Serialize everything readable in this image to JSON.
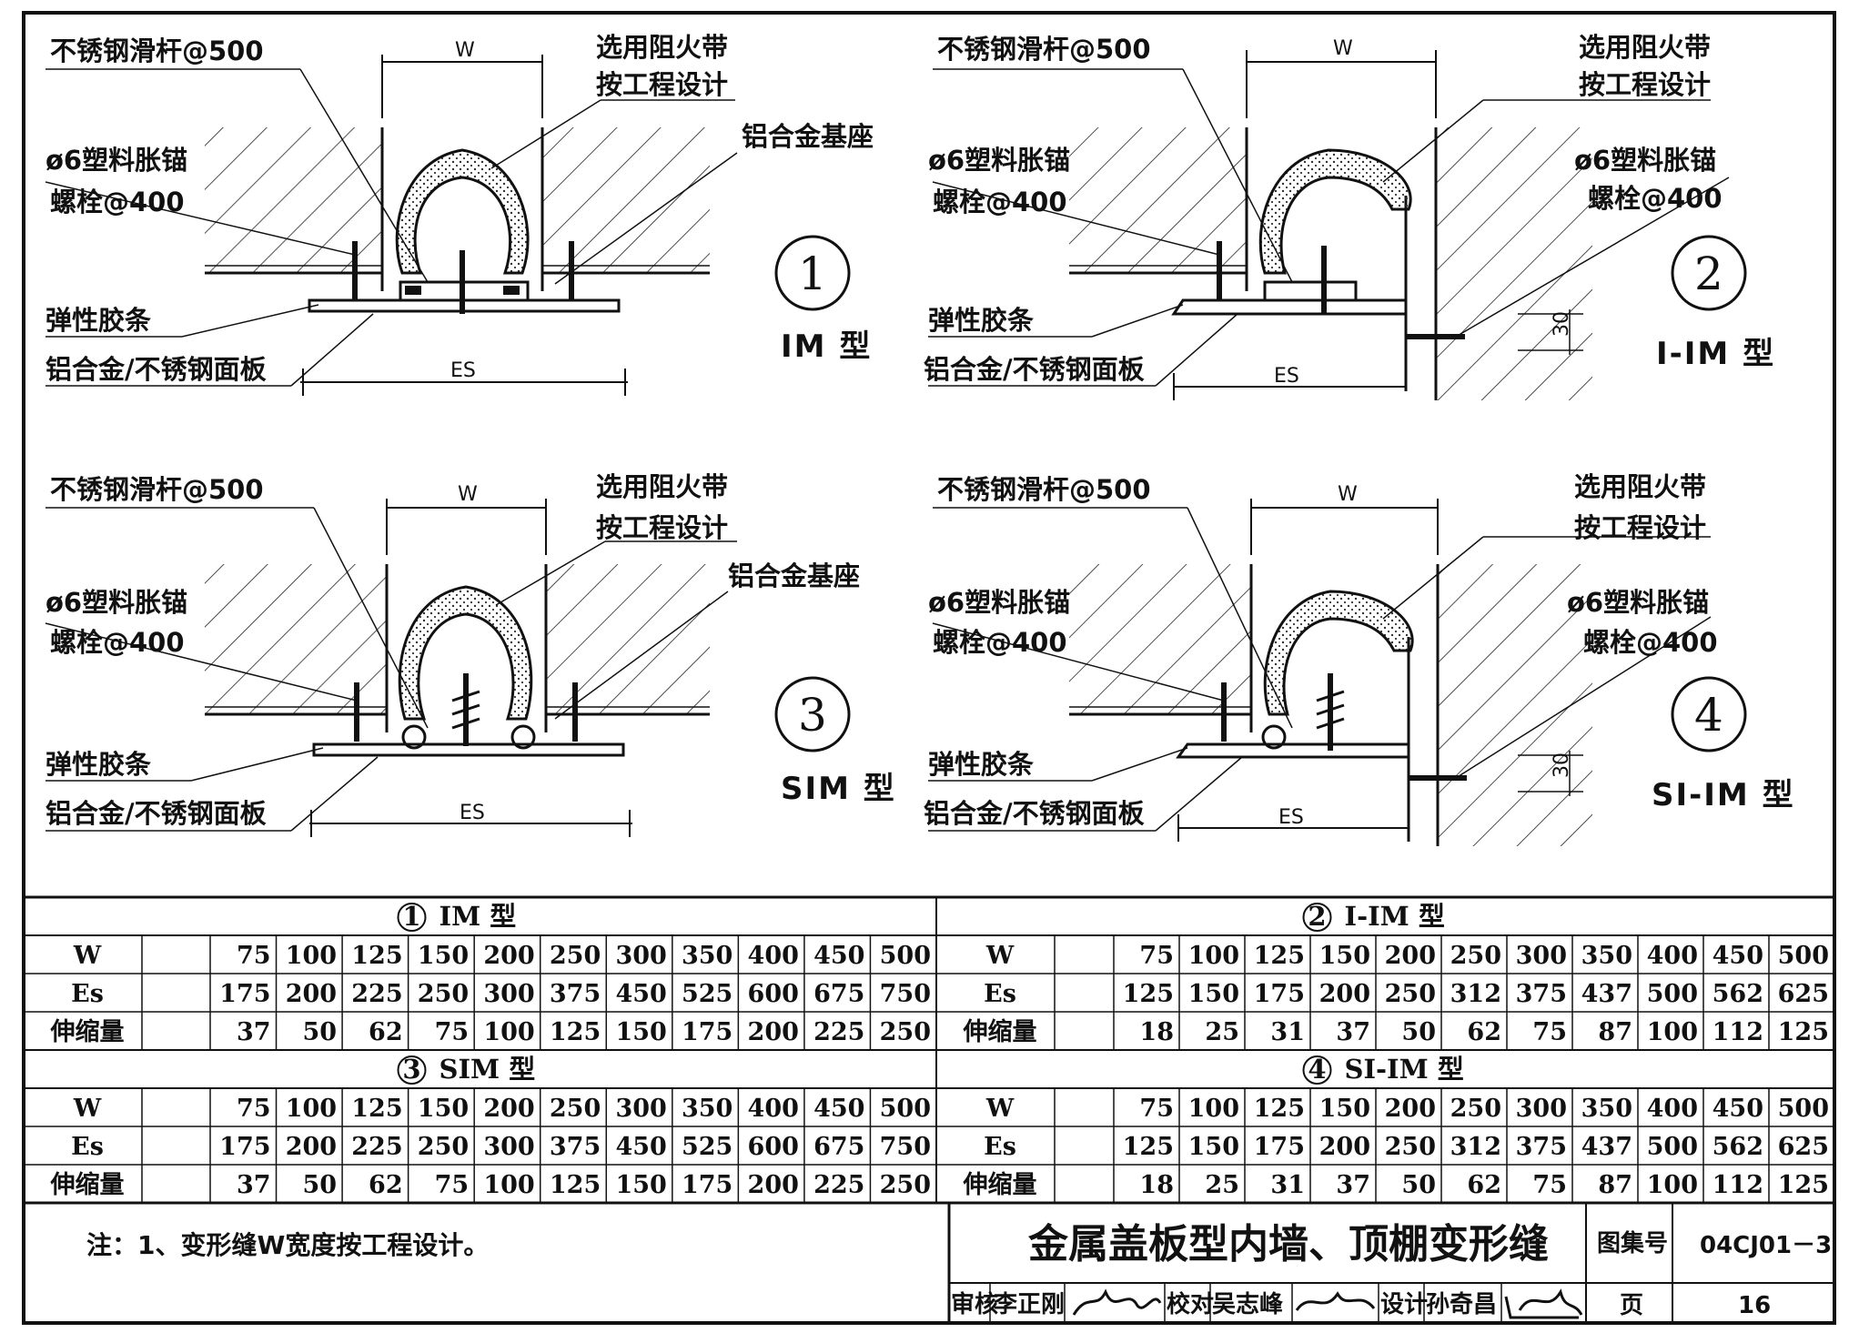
{
  "details": [
    {
      "id": "1",
      "type_label": "IM 型",
      "kind": "IM",
      "top_left": "不锈钢滑杆@500",
      "top_right_1": "选用阻火带",
      "top_right_2": "按工程设计",
      "anchor_1": "ø6塑料胀锚",
      "anchor_2": "螺栓@400",
      "right_label": "铝合金基座",
      "strip": "弹性胶条",
      "panel": "铝合金/不锈钢面板",
      "w": "W",
      "es": "ES"
    },
    {
      "id": "2",
      "type_label": "I-IM 型",
      "kind": "I-IM",
      "top_left": "不锈钢滑杆@500",
      "top_right_1": "选用阻火带",
      "top_right_2": "按工程设计",
      "anchor_1": "ø6塑料胀锚",
      "anchor_2": "螺栓@400",
      "right_anchor_1": "ø6塑料胀锚",
      "right_anchor_2": "螺栓@400",
      "strip": "弹性胶条",
      "panel": "铝合金/不锈钢面板",
      "w": "W",
      "es": "ES",
      "dim30": "30"
    },
    {
      "id": "3",
      "type_label": "SIM 型",
      "kind": "SIM",
      "top_left": "不锈钢滑杆@500",
      "top_right_1": "选用阻火带",
      "top_right_2": "按工程设计",
      "anchor_1": "ø6塑料胀锚",
      "anchor_2": "螺栓@400",
      "right_label": "铝合金基座",
      "strip": "弹性胶条",
      "panel": "铝合金/不锈钢面板",
      "w": "W",
      "es": "ES"
    },
    {
      "id": "4",
      "type_label": "SI-IM 型",
      "kind": "SI-IM",
      "top_left": "不锈钢滑杆@500",
      "top_right_1": "选用阻火带",
      "top_right_2": "按工程设计",
      "anchor_1": "ø6塑料胀锚",
      "anchor_2": "螺栓@400",
      "right_anchor_1": "ø6塑料胀锚",
      "right_anchor_2": "螺栓@400",
      "strip": "弹性胶条",
      "panel": "铝合金/不锈钢面板",
      "w": "W",
      "es": "ES",
      "dim30": "30"
    }
  ],
  "tables": [
    {
      "num": "1",
      "label": "IM 型",
      "rows": [
        {
          "name": "W",
          "values": [
            "75",
            "100",
            "125",
            "150",
            "200",
            "250",
            "300",
            "350",
            "400",
            "450",
            "500"
          ]
        },
        {
          "name": "Es",
          "values": [
            "175",
            "200",
            "225",
            "250",
            "300",
            "375",
            "450",
            "525",
            "600",
            "675",
            "750"
          ]
        },
        {
          "name": "伸缩量",
          "values": [
            "37",
            "50",
            "62",
            "75",
            "100",
            "125",
            "150",
            "175",
            "200",
            "225",
            "250"
          ]
        }
      ]
    },
    {
      "num": "2",
      "label": "I-IM 型",
      "rows": [
        {
          "name": "W",
          "values": [
            "75",
            "100",
            "125",
            "150",
            "200",
            "250",
            "300",
            "350",
            "400",
            "450",
            "500"
          ]
        },
        {
          "name": "Es",
          "values": [
            "125",
            "150",
            "175",
            "200",
            "250",
            "312",
            "375",
            "437",
            "500",
            "562",
            "625"
          ]
        },
        {
          "name": "伸缩量",
          "values": [
            "18",
            "25",
            "31",
            "37",
            "50",
            "62",
            "75",
            "87",
            "100",
            "112",
            "125"
          ]
        }
      ]
    },
    {
      "num": "3",
      "label": "SIM 型",
      "rows": [
        {
          "name": "W",
          "values": [
            "75",
            "100",
            "125",
            "150",
            "200",
            "250",
            "300",
            "350",
            "400",
            "450",
            "500"
          ]
        },
        {
          "name": "Es",
          "values": [
            "175",
            "200",
            "225",
            "250",
            "300",
            "375",
            "450",
            "525",
            "600",
            "675",
            "750"
          ]
        },
        {
          "name": "伸缩量",
          "values": [
            "37",
            "50",
            "62",
            "75",
            "100",
            "125",
            "150",
            "175",
            "200",
            "225",
            "250"
          ]
        }
      ]
    },
    {
      "num": "4",
      "label": "SI-IM 型",
      "rows": [
        {
          "name": "W",
          "values": [
            "75",
            "100",
            "125",
            "150",
            "200",
            "250",
            "300",
            "350",
            "400",
            "450",
            "500"
          ]
        },
        {
          "name": "Es",
          "values": [
            "125",
            "150",
            "175",
            "200",
            "250",
            "312",
            "375",
            "437",
            "500",
            "562",
            "625"
          ]
        },
        {
          "name": "伸缩量",
          "values": [
            "18",
            "25",
            "31",
            "37",
            "50",
            "62",
            "75",
            "87",
            "100",
            "112",
            "125"
          ]
        }
      ]
    }
  ],
  "note": "注：1、变形缝W宽度按工程设计。",
  "title_block": {
    "title": "金属盖板型内墙、顶棚变形缝",
    "atlas_label": "图集号",
    "atlas_no": "04CJ01－3",
    "page_label": "页",
    "page_no": "16",
    "review_label": "审核",
    "reviewer": "李正刚",
    "check_label": "校对",
    "checker": "吴志峰",
    "design_label": "设计",
    "designer": "孙奇昌"
  }
}
